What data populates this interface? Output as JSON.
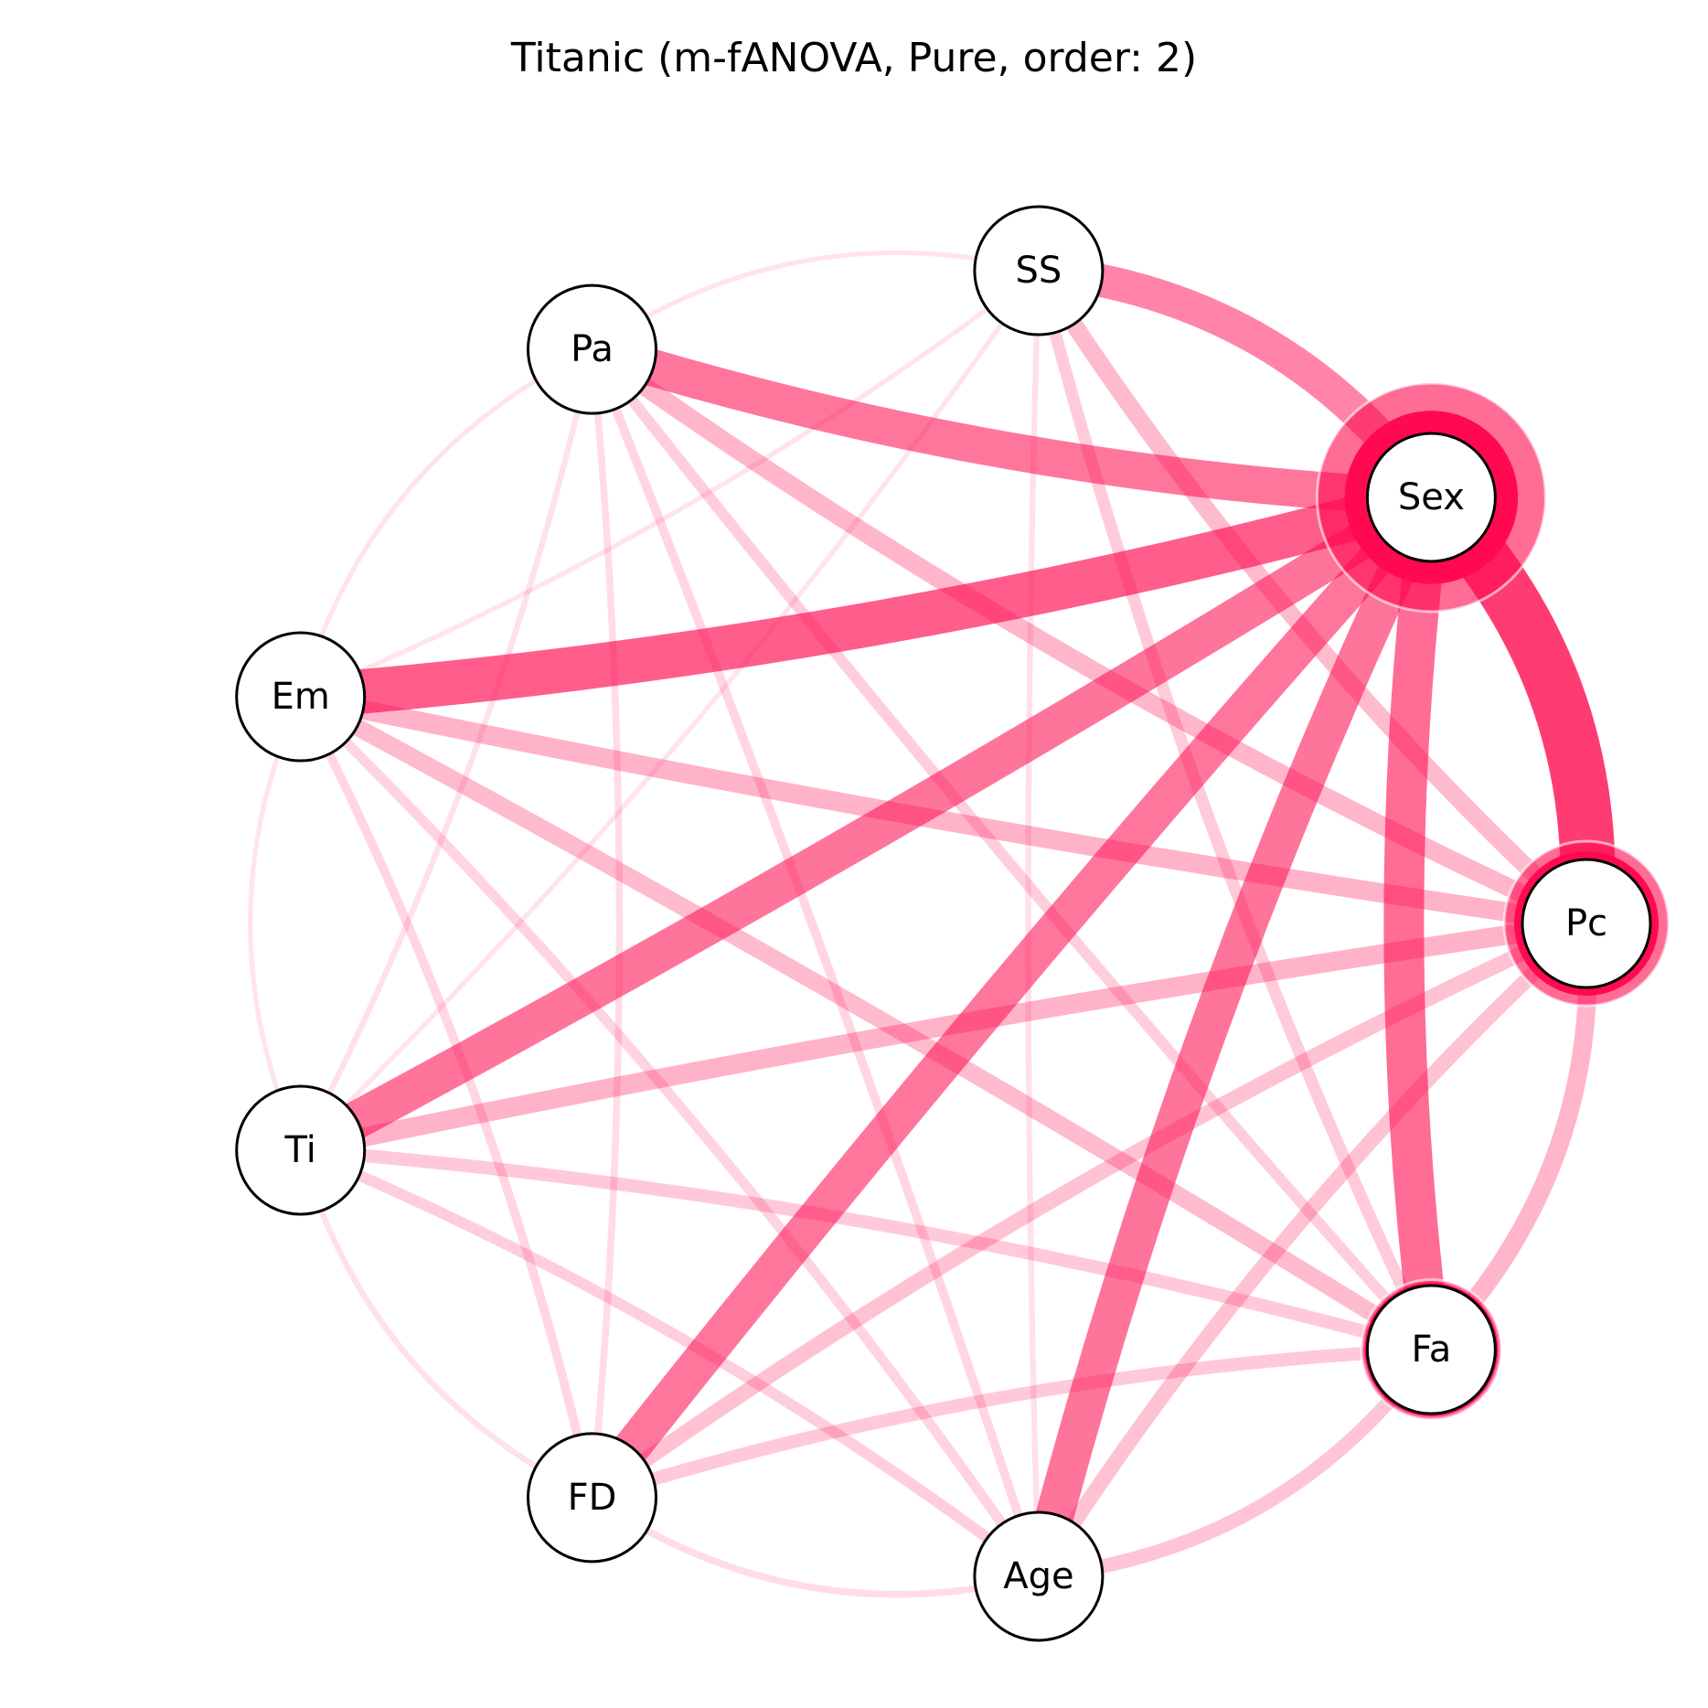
{
  "title": "Titanic (m-fANOVA, Pure, order: 2)",
  "colors": {
    "edge": "#ff0a50",
    "node_fill": "#ffffff",
    "node_stroke": "#000000"
  },
  "nodes": [
    {
      "id": "SS",
      "label": "SS",
      "main_effect": 0.0
    },
    {
      "id": "Sex",
      "label": "Sex",
      "main_effect": 1.0
    },
    {
      "id": "Pc",
      "label": "Pc",
      "main_effect": 0.3
    },
    {
      "id": "Fa",
      "label": "Fa",
      "main_effect": 0.03
    },
    {
      "id": "Age",
      "label": "Age",
      "main_effect": 0.0
    },
    {
      "id": "FD",
      "label": "FD",
      "main_effect": 0.0
    },
    {
      "id": "Ti",
      "label": "Ti",
      "main_effect": 0.0
    },
    {
      "id": "Em",
      "label": "Em",
      "main_effect": 0.0
    },
    {
      "id": "Pa",
      "label": "Pa",
      "main_effect": 0.0
    }
  ],
  "edges": [
    {
      "source": "Sex",
      "target": "Pc",
      "strength": 1.0
    },
    {
      "source": "Sex",
      "target": "Em",
      "strength": 0.8
    },
    {
      "source": "Sex",
      "target": "Ti",
      "strength": 0.68
    },
    {
      "source": "Sex",
      "target": "FD",
      "strength": 0.66
    },
    {
      "source": "Sex",
      "target": "Age",
      "strength": 0.68
    },
    {
      "source": "Sex",
      "target": "Fa",
      "strength": 0.72
    },
    {
      "source": "Sex",
      "target": "Pa",
      "strength": 0.66
    },
    {
      "source": "Sex",
      "target": "SS",
      "strength": 0.58
    },
    {
      "source": "Pc",
      "target": "Em",
      "strength": 0.32
    },
    {
      "source": "Pc",
      "target": "Ti",
      "strength": 0.32
    },
    {
      "source": "Pc",
      "target": "Pa",
      "strength": 0.3
    },
    {
      "source": "Pc",
      "target": "SS",
      "strength": 0.28
    },
    {
      "source": "Pc",
      "target": "Fa",
      "strength": 0.3
    },
    {
      "source": "Pc",
      "target": "FD",
      "strength": 0.24
    },
    {
      "source": "Pc",
      "target": "Age",
      "strength": 0.24
    },
    {
      "source": "Fa",
      "target": "SS",
      "strength": 0.18
    },
    {
      "source": "Fa",
      "target": "Em",
      "strength": 0.28
    },
    {
      "source": "Fa",
      "target": "Ti",
      "strength": 0.2
    },
    {
      "source": "Fa",
      "target": "FD",
      "strength": 0.2
    },
    {
      "source": "Fa",
      "target": "Age",
      "strength": 0.22
    },
    {
      "source": "Fa",
      "target": "Pa",
      "strength": 0.16
    },
    {
      "source": "Age",
      "target": "Ti",
      "strength": 0.16
    },
    {
      "source": "Age",
      "target": "Em",
      "strength": 0.14
    },
    {
      "source": "Age",
      "target": "Pa",
      "strength": 0.12
    },
    {
      "source": "Age",
      "target": "FD",
      "strength": 0.08
    },
    {
      "source": "Age",
      "target": "SS",
      "strength": 0.06
    },
    {
      "source": "FD",
      "target": "Em",
      "strength": 0.12
    },
    {
      "source": "FD",
      "target": "Pa",
      "strength": 0.08
    },
    {
      "source": "FD",
      "target": "Ti",
      "strength": 0.06
    },
    {
      "source": "Ti",
      "target": "Pa",
      "strength": 0.06
    },
    {
      "source": "Ti",
      "target": "SS",
      "strength": 0.04
    },
    {
      "source": "Ti",
      "target": "Em",
      "strength": 0.04
    },
    {
      "source": "Em",
      "target": "Pa",
      "strength": 0.04
    },
    {
      "source": "Em",
      "target": "SS",
      "strength": 0.04
    },
    {
      "source": "Pa",
      "target": "SS",
      "strength": 0.04
    }
  ]
}
